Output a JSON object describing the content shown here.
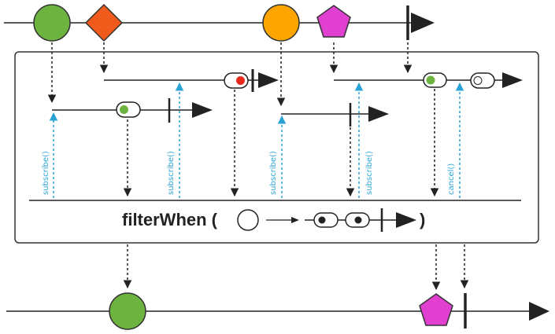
{
  "operator": {
    "name": "filterWhen (",
    "close": ")"
  },
  "signals": {
    "subscribe": "subscribe()",
    "cancel": "cancel()"
  },
  "colors": {
    "green": "#6db33f",
    "orange": "#f05a1a",
    "amber": "#ffa500",
    "magenta": "#e13fd0",
    "red": "#e8291c",
    "line": "#222222",
    "signal": "#29a3d6",
    "frame": "#333333"
  },
  "source_items": [
    {
      "shape": "circle",
      "color": "green",
      "icon": "green-circle"
    },
    {
      "shape": "diamond",
      "color": "orange",
      "icon": "orange-diamond"
    },
    {
      "shape": "circle",
      "color": "amber",
      "icon": "amber-circle"
    },
    {
      "shape": "pentagon",
      "color": "magenta",
      "icon": "magenta-pentagon"
    }
  ],
  "inner_publishers": [
    {
      "for": "green-circle",
      "emits": "true",
      "pill_dot": "green"
    },
    {
      "for": "orange-diamond",
      "emits": "false",
      "pill_dot": "red"
    },
    {
      "for": "amber-circle",
      "emits": "none",
      "pill_dot": ""
    },
    {
      "for": "magenta-pentagon",
      "emits": "true, then cancelled",
      "pill_dot": "green"
    }
  ],
  "output_items": [
    {
      "shape": "circle",
      "color": "green",
      "icon": "green-circle"
    },
    {
      "shape": "pentagon",
      "color": "magenta",
      "icon": "magenta-pentagon"
    }
  ]
}
